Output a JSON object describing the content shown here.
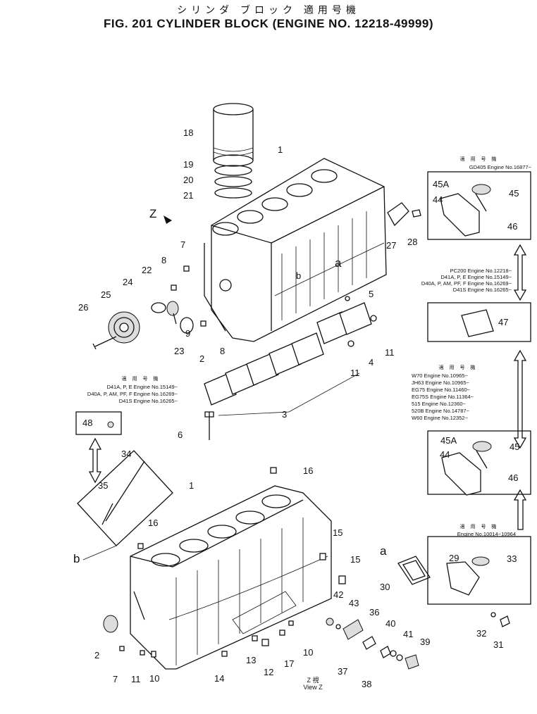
{
  "title_jp": "シリンダ ブロック 適用号機",
  "title": "FIG. 201 CYLINDER BLOCK (ENGINE NO. 12218-49999)",
  "view_label_jp": "Z 視",
  "view_label": "View Z",
  "callouts": {
    "n1a": "1",
    "n18": "18",
    "n19": "19",
    "n20": "20",
    "n21": "21",
    "z": "Z",
    "n27": "27",
    "n28": "28",
    "a_top": "a",
    "b_top": "b",
    "n7a": "7",
    "n8a": "8",
    "n22": "22",
    "n24": "24",
    "n25": "25",
    "n26": "26",
    "n9": "9",
    "n23": "23",
    "n2a": "2",
    "n8b": "8",
    "n5": "5",
    "n11a": "11",
    "n11b": "11",
    "n4": "4",
    "n3": "3",
    "n6": "6",
    "n48": "48",
    "n34": "34",
    "n35": "35",
    "b_bottom": "b",
    "n16a": "16",
    "n1b": "1",
    "n16b": "16",
    "n15a": "15",
    "n15b": "15",
    "a_bottom": "a",
    "n30": "30",
    "n42": "42",
    "n43": "43",
    "n36": "36",
    "n40": "40",
    "n41": "41",
    "n39": "39",
    "n2b": "2",
    "n7b": "7",
    "n11c": "11",
    "n10a": "10",
    "n14": "14",
    "n13": "13",
    "n12": "12",
    "n17": "17",
    "n10b": "10",
    "n37": "37",
    "n38": "38",
    "n45a1": "45A",
    "n45_1": "45",
    "n44_1": "44",
    "n46_1": "46",
    "n47": "47",
    "n45a2": "45A",
    "n45_2": "45",
    "n44_2": "44",
    "n46_2": "46",
    "n29": "29",
    "n33": "33",
    "n32": "32",
    "n31": "31"
  },
  "notes": {
    "box1": {
      "header": "適 用 号 機",
      "lines": [
        "GD405 Engine No.16877~"
      ]
    },
    "box2": {
      "header": "",
      "lines": [
        "PC200 Engine No.12218~",
        "D41A, P, E Engine No.15149~",
        "D40A, P, AM, PF, F Engine No.16269~",
        "D41S Engine No.16265~"
      ]
    },
    "box3": {
      "header": "適 用 号 機",
      "lines": [
        "W70 Engine No.10965~",
        "JH63 Engine No.10965~",
        "EG75 Engine No.11460~",
        "EG75S Engine No.11364~",
        "515 Engine No.12360~",
        "520B Engine No.14787~",
        "W60 Engine No.12352~"
      ]
    },
    "box4": {
      "header": "適 用 号 機",
      "lines": [
        "Engine No.10014~10964"
      ]
    },
    "left": {
      "header": "適 用 号 機",
      "lines": [
        "D41A, P, E Engine No.15149~",
        "D40A, P, AM, PF, F Engine No.16269~",
        "D41S Engine No.16265~"
      ]
    }
  }
}
